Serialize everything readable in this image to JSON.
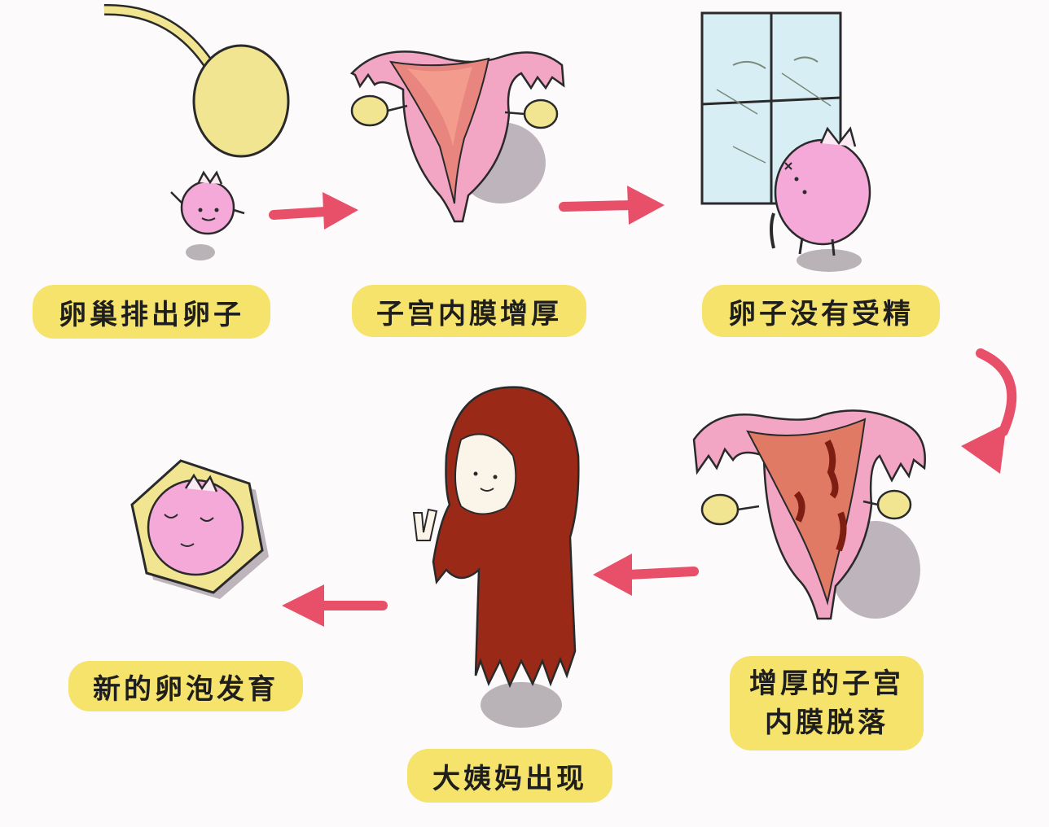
{
  "diagram": {
    "steps": [
      {
        "label": "卵巢排出卵子"
      },
      {
        "label": "子宫内膜增厚"
      },
      {
        "label": "卵子没有受精"
      },
      {
        "label_line1": "增厚的子宫",
        "label_line2": "内膜脱落"
      },
      {
        "label": "大姨妈出现"
      },
      {
        "label": "新的卵泡发育"
      }
    ]
  },
  "colors": {
    "label_bg": "#f6e36c",
    "arrow": "#e8506a",
    "uterus": "#f2a6c4",
    "egg": "#f4a9d8",
    "follicle": "#f2e592",
    "cloak": "#9a2a17"
  }
}
